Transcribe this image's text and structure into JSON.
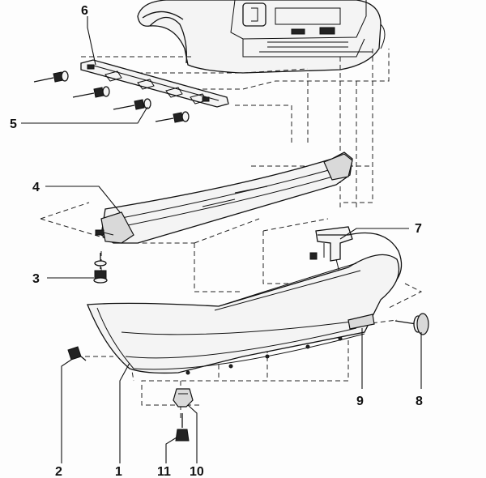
{
  "callouts": {
    "c1": "1",
    "c2": "2",
    "c3": "3",
    "c4": "4",
    "c5": "5",
    "c6": "6",
    "c7": "7",
    "c8": "8",
    "c9": "9",
    "c10": "10",
    "c11": "11"
  },
  "colors": {
    "ink": "#111111",
    "paper": "#fdfdfd",
    "shade": "#d9d9d9"
  }
}
